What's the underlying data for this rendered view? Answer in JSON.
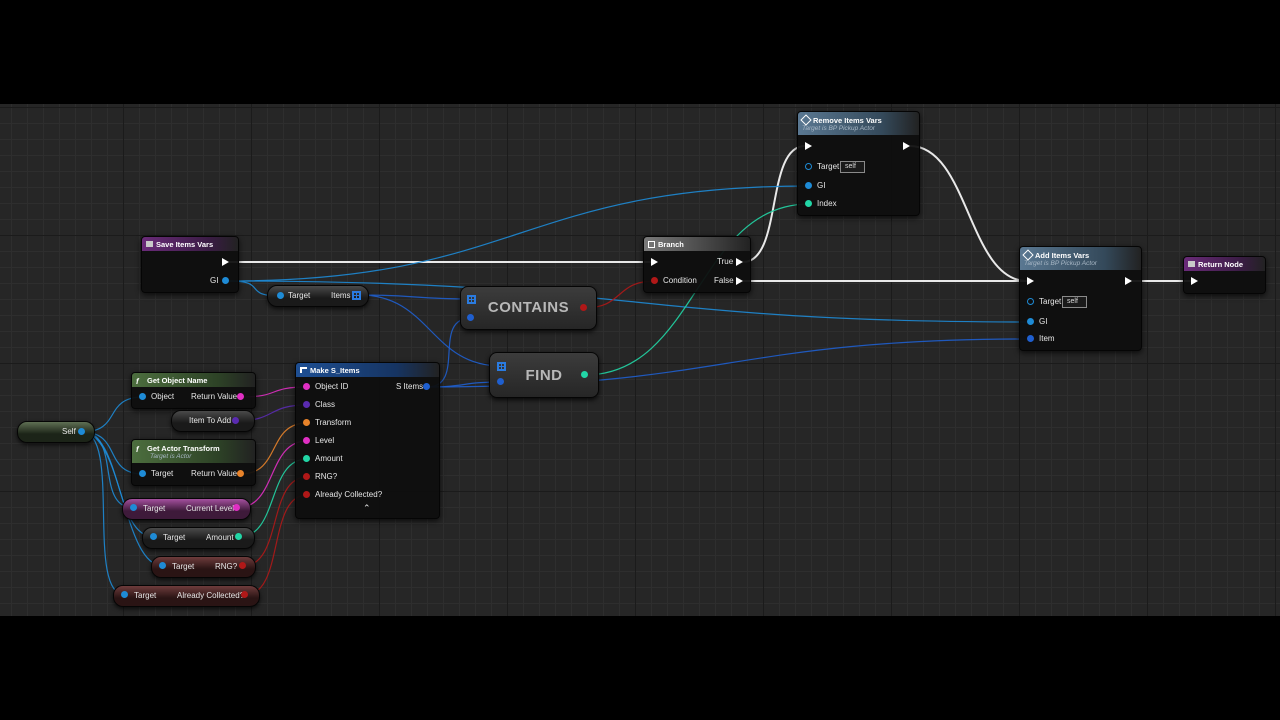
{
  "nodes": {
    "save_items_vars": {
      "title": "Save Items Vars",
      "pins": {
        "gi": "GI"
      }
    },
    "target_items": {
      "target": "Target",
      "items": "Items"
    },
    "contains": {
      "title": "CONTAINS"
    },
    "find": {
      "title": "FIND"
    },
    "branch": {
      "title": "Branch",
      "pins": {
        "condition": "Condition",
        "true": "True",
        "false": "False"
      }
    },
    "remove_items_vars": {
      "title": "Remove Items Vars",
      "subtitle": "Target is BP Pickup Actor",
      "pins": {
        "target": "Target",
        "target_value": "self",
        "gi": "GI",
        "index": "Index"
      }
    },
    "add_items_vars": {
      "title": "Add Items Vars",
      "subtitle": "Target is BP Pickup Actor",
      "pins": {
        "target": "Target",
        "target_value": "self",
        "gi": "GI",
        "item": "Item"
      }
    },
    "return_node": {
      "title": "Return Node"
    },
    "self": {
      "label": "Self"
    },
    "get_object_name": {
      "title": "Get Object Name",
      "pins": {
        "object": "Object",
        "return_value": "Return Value"
      }
    },
    "item_to_add": {
      "label": "Item To Add"
    },
    "get_actor_transform": {
      "title": "Get Actor Transform",
      "subtitle": "Target is Actor",
      "pins": {
        "target": "Target",
        "return_value": "Return Value"
      }
    },
    "make_s_items": {
      "title": "Make S_Items",
      "pins": {
        "object_id": "Object ID",
        "class": "Class",
        "transform": "Transform",
        "level": "Level",
        "amount": "Amount",
        "rng": "RNG?",
        "already_collected": "Already Collected?",
        "s_items": "S Items"
      }
    },
    "get_current_level": {
      "target": "Target",
      "value": "Current Level"
    },
    "get_amount": {
      "target": "Target",
      "value": "Amount"
    },
    "get_rng": {
      "target": "Target",
      "value": "RNG?"
    },
    "get_already_collected": {
      "target": "Target",
      "value": "Already Collected?"
    }
  },
  "colors": {
    "exec": "#ffffff",
    "object": "#1e8bd6",
    "struct": "#1f5fcf",
    "string": "#e02fc3",
    "class": "#5a2bb0",
    "transform": "#e8832a",
    "integer": "#22d6a6",
    "boolean": "#b01818",
    "background": "#262626"
  },
  "icons": {
    "function": "function-icon",
    "struct": "make-struct-icon",
    "branch": "branch-icon",
    "array": "array-grid-icon"
  }
}
